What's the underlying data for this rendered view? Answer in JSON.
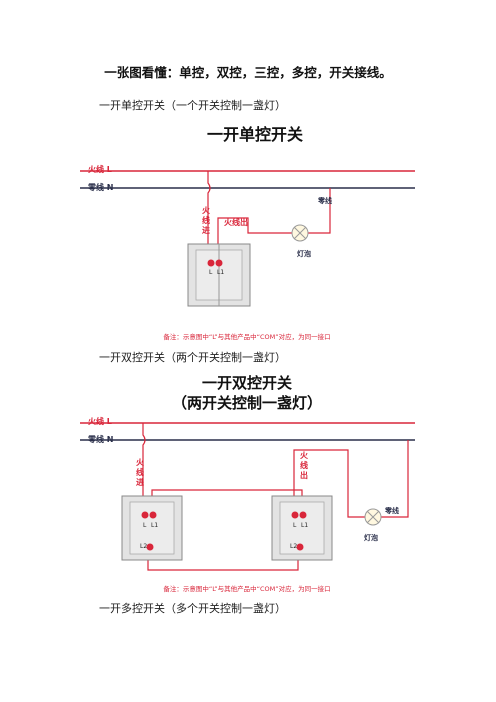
{
  "page_title": "一张图看懂：单控，双控，三控，多控，开关接线。",
  "sections": [
    {
      "caption": "一开单控开关（一个开关控制一盏灯）",
      "diagram": {
        "title": "一开单控开关",
        "live_label": "火线 L",
        "neutral_label": "零线 N",
        "live_in_label": "火线进",
        "live_out_label": "火线出",
        "neutral_lamp_label": "零线",
        "lamp_label": "灯泡",
        "terminals": [
          "L",
          "L1"
        ],
        "note": "备注：示意图中“L”与其他产品中“COM”对应，为同一接口"
      }
    },
    {
      "caption": "一开双控开关（两个开关控制一盏灯）",
      "diagram": {
        "title_line1": "一开双控开关",
        "title_line2": "（两开关控制一盏灯）",
        "live_label": "火线 L",
        "neutral_label": "零线 N",
        "live_in_label": "火线进",
        "live_out_label": "火线出",
        "neutral_lamp_label": "零线",
        "lamp_label": "灯泡",
        "terminals": [
          "L",
          "L1",
          "L2"
        ],
        "note": "备注：示意图中“L”与其他产品中“COM”对应，为同一接口"
      }
    },
    {
      "caption": "一开多控开关（多个开关控制一盏灯）"
    }
  ],
  "colors": {
    "live_wire": "#d9263a",
    "neutral_wire": "#2a2f4a",
    "note_text": "#d9263a",
    "switch_body": "#e3e3e3"
  }
}
